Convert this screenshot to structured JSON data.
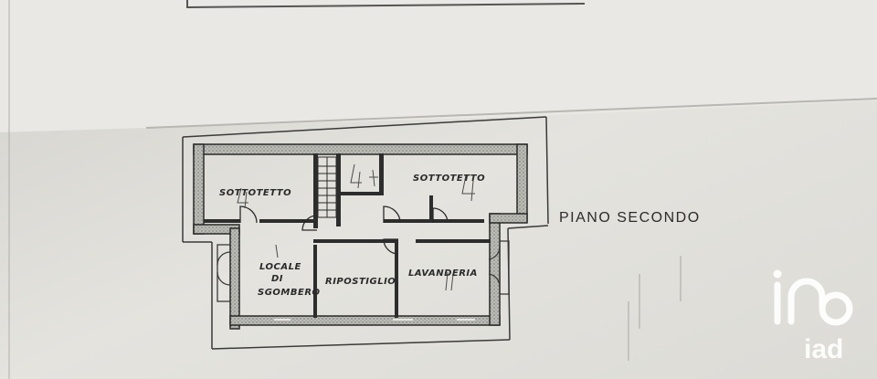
{
  "plan": {
    "level_label": "PIANO SECONDO",
    "rooms": [
      {
        "id": "sottotetto-left",
        "label": "SOTTOTETTO"
      },
      {
        "id": "sottotetto-right",
        "label": "SOTTOTETTO"
      },
      {
        "id": "locale",
        "label_lines": [
          "LOCALE",
          "DI",
          "SGOMBERO"
        ]
      },
      {
        "id": "ripostiglio",
        "label": "RIPOSTIGLIO"
      },
      {
        "id": "lavanderia",
        "label": "LAVANDERIA"
      }
    ]
  },
  "watermark": {
    "brand": "iad",
    "icon": "iad-logo-mark"
  },
  "colors": {
    "paper": "#e6e5e0",
    "ink": "#2a2a2a",
    "wall_fill": "#c9c9c4"
  }
}
